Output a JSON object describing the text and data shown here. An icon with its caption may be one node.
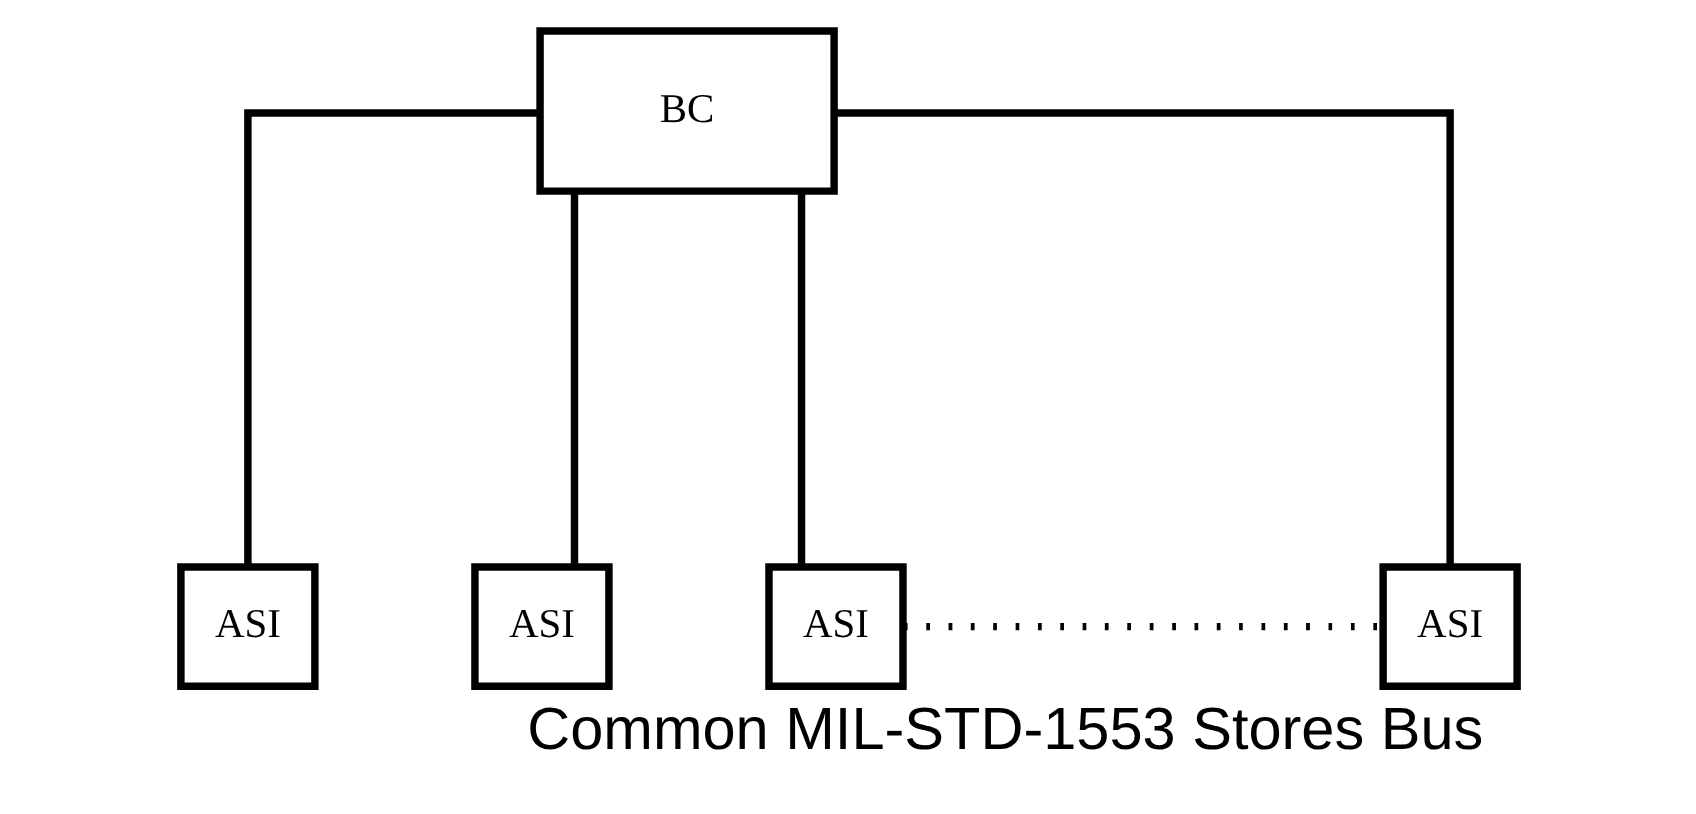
{
  "diagram": {
    "caption": "Common MIL-STD-1553 Stores Bus",
    "nodes": [
      {
        "text": [
          "BC"
        ]
      },
      {
        "text": [
          "ASI"
        ]
      },
      {
        "text": [
          "ASI"
        ]
      },
      {
        "text": [
          "ASI"
        ]
      },
      {
        "text": [
          "ASI"
        ]
      }
    ],
    "edges": [
      {
        "from": 0,
        "to": 1,
        "arrow": "none"
      },
      {
        "from": 0,
        "to": 2,
        "arrow": "none"
      },
      {
        "from": 0,
        "to": 3,
        "arrow": "none"
      },
      {
        "from": 0,
        "to": 4,
        "arrow": "none"
      },
      {
        "from": 3,
        "to": 4,
        "arrow": "none",
        "style": "dashed"
      }
    ]
  }
}
